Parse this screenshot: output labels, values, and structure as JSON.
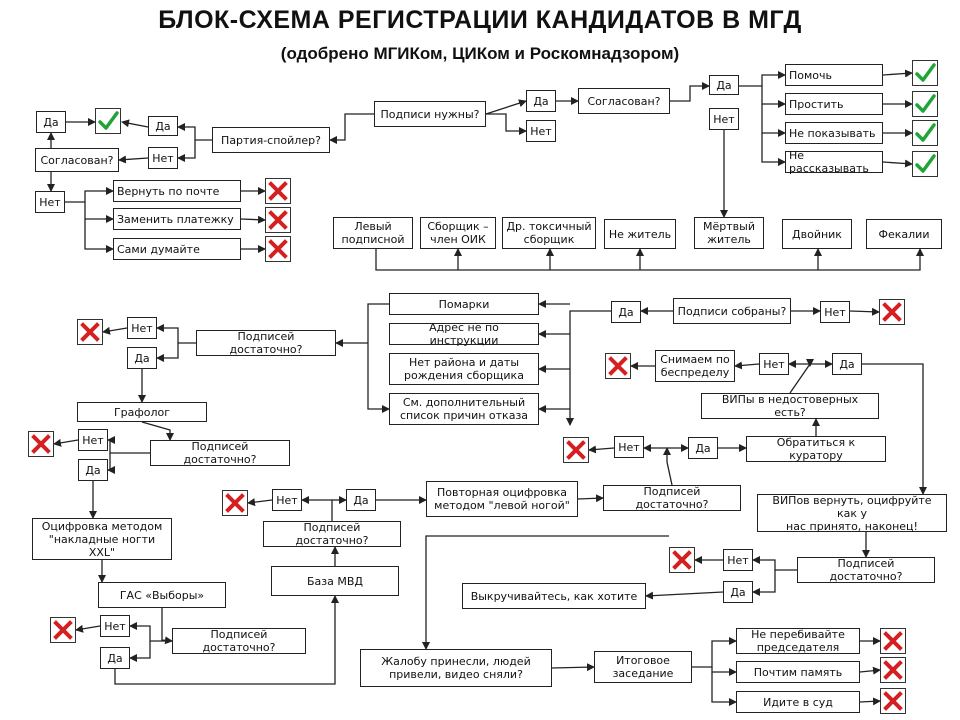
{
  "title": "БЛОК-СХЕМА РЕГИСТРАЦИИ КАНДИДАТОВ В МГД",
  "subtitle": "(одобрено МГИКом, ЦИКом и Роскомнадзором)",
  "colors": {
    "check": "#21a33a",
    "cross": "#d42020",
    "line": "#222222"
  },
  "nodes": {
    "podpisi_nuzhny": "Подписи нужны?",
    "nuzhny_da": "Да",
    "nuzhny_net": "Нет",
    "soglasovan": "Согласован?",
    "sogl_da": "Да",
    "sogl_net": "Нет",
    "pomoch": "Помочь",
    "prostit": "Простить",
    "ne_pokazyvat": "Не показывать",
    "ne_rasskazyvat": "Не рассказывать",
    "partiya_spoiler": "Партия-спойлер?",
    "spoiler_da": "Да",
    "spoiler_net": "Нет",
    "left_da": "Да",
    "left_soglasovan": "Согласован?",
    "left_net": "Нет",
    "vernut_po_pochte": "Вернуть по почте",
    "zamenit_platezhku": "Заменить платежку",
    "sami_dumaite": "Сами думайте",
    "r_levyi": "Левый\nподписной",
    "r_sborshik": "Сборщик –\nчлен ОИК",
    "r_dr": "Др. токсичный\nсборщик",
    "r_ne_zhitel": "Не житель",
    "r_mertvyi": "Мёртвый\nжитель",
    "r_dvoinik": "Двойник",
    "r_fekalii": "Фекалии",
    "podpisi_sobrany": "Подписи собраны?",
    "sobrany_da": "Да",
    "sobrany_net": "Нет",
    "pomarki": "Помарки",
    "adres": "Адрес не по инструкции",
    "net_raiona": "Нет района и даты\nрождения сборщика",
    "sm_dop": "См. дополнительный\nсписок причин отказа",
    "dost1": "Подписей достаточно?",
    "dost1_net": "Нет",
    "dost1_da": "Да",
    "grafolog": "Графолог",
    "dost2": "Подписей достаточно?",
    "dost2_net": "Нет",
    "dost2_da": "Да",
    "ocifrovka_xxl": "Оцифровка методом\n\"накладные ногти XXL\"",
    "gas": "ГАС «Выборы»",
    "dost3": "Подписей достаточно?",
    "dost3_net": "Нет",
    "dost3_da": "Да",
    "baza_mvd": "База МВД",
    "dost4": "Подписей достаточно?",
    "dost4_net": "Нет",
    "dost4_da": "Да",
    "povtornaya": "Повторная оцифровка\nметодом \"левой ногой\"",
    "dost5": "Подписей достаточно?",
    "dost5_net": "Нет",
    "dost5_da": "Да",
    "obratitsya": "Обратиться к куратору",
    "vipy": "ВИПы в недостоверных есть?",
    "vipy_net": "Нет",
    "vipy_da": "Да",
    "snimaem": "Снимаем по\nбеспределу",
    "vipov_vernut": "ВИПов вернуть, оцифруйте как у\nнас принято, наконец!",
    "dost6": "Подписей достаточно?",
    "dost6_net": "Нет",
    "dost6_da": "Да",
    "vykruchivaites": "Выкручивайтесь, как хотите",
    "zhaloba": "Жалобу принесли, людей\nпривели, видео сняли?",
    "itogovoe": "Итоговое\nзаседание",
    "ne_perebivaite": "Не перебивайте\nпредседателя",
    "pochtim": "Почтим память",
    "idite_v_sud": "Идите в суд"
  }
}
